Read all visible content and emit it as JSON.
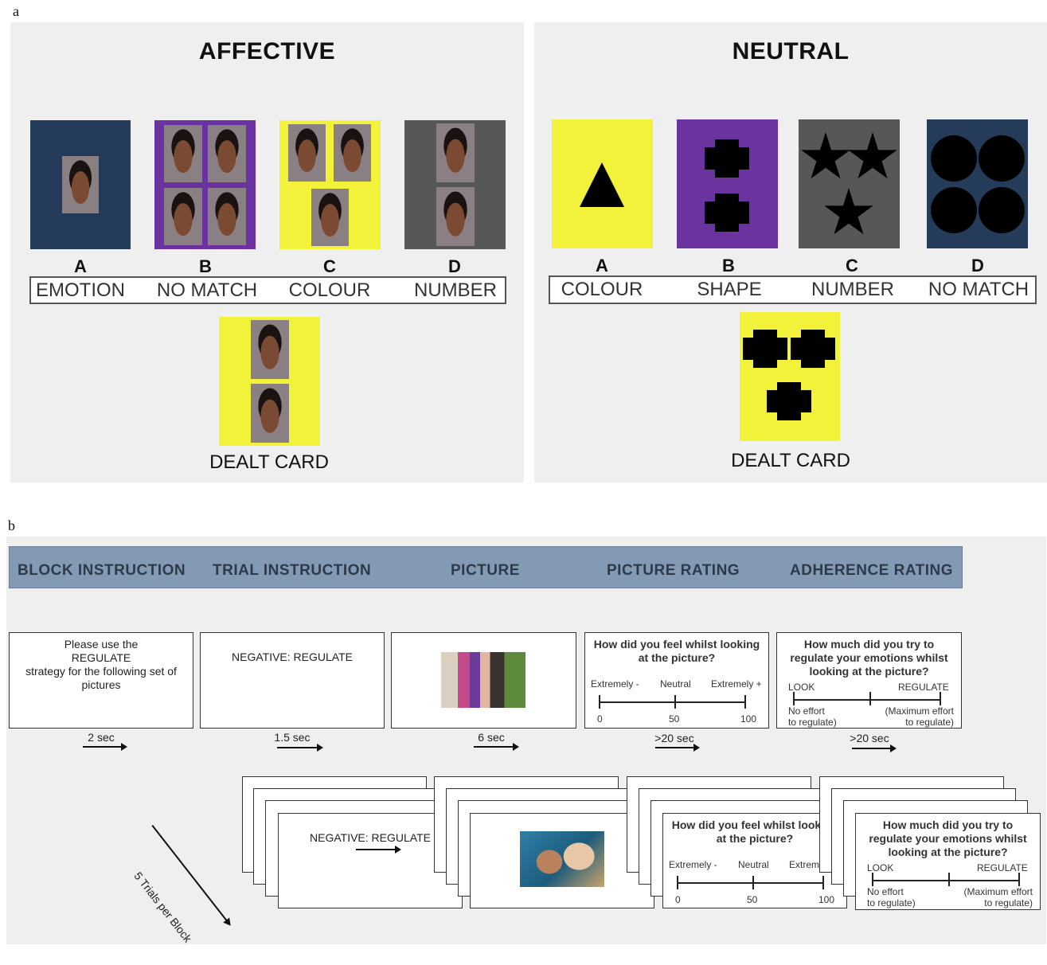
{
  "panel_a": {
    "label": "a",
    "affective": {
      "title": "AFFECTIVE",
      "letters": [
        "A",
        "B",
        "C",
        "D"
      ],
      "categories": [
        "EMOTION",
        "NO MATCH",
        "COLOUR",
        "NUMBER"
      ],
      "dealt": "DEALT CARD",
      "card_colors": [
        "#243b5a",
        "#6a33a0",
        "#f2f23a",
        "#575757"
      ]
    },
    "neutral": {
      "title": "NEUTRAL",
      "letters": [
        "A",
        "B",
        "C",
        "D"
      ],
      "categories": [
        "COLOUR",
        "SHAPE",
        "NUMBER",
        "NO MATCH"
      ],
      "dealt": "DEALT CARD",
      "card_colors": [
        "#f2f23a",
        "#6a33a0",
        "#575757",
        "#243b5a"
      ]
    }
  },
  "panel_b": {
    "label": "b",
    "headers": [
      "BLOCK INSTRUCTION",
      "TRIAL INSTRUCTION",
      "PICTURE",
      "PICTURE RATING",
      "ADHERENCE RATING"
    ],
    "block_instruction": {
      "l1": "Please use the",
      "l2": "REGULATE",
      "l3": "strategy for the following  set of",
      "l4": "pictures"
    },
    "trial_instruction": "NEGATIVE: REGULATE",
    "picture_rating": {
      "question_l1": "How did you feel whilst looking",
      "question_l2": "at the picture?",
      "left": "Extremely -",
      "mid": "Neutral",
      "right": "Extremely +",
      "v0": "0",
      "v50": "50",
      "v100": "100"
    },
    "adherence_rating": {
      "question_l1": "How much did you try to",
      "question_l2": "regulate your emotions whilst",
      "question_l3": "looking at the picture?",
      "left": "LOOK",
      "right": "REGULATE",
      "left_sub1": "No effort",
      "left_sub2": "to regulate)",
      "right_sub1": "(Maximum  effort",
      "right_sub2": "to regulate)"
    },
    "timings": [
      "2 sec",
      "1.5 sec",
      "6 sec",
      ">20 sec",
      ">20 sec"
    ],
    "trials_label": "5 Trials per Block"
  }
}
